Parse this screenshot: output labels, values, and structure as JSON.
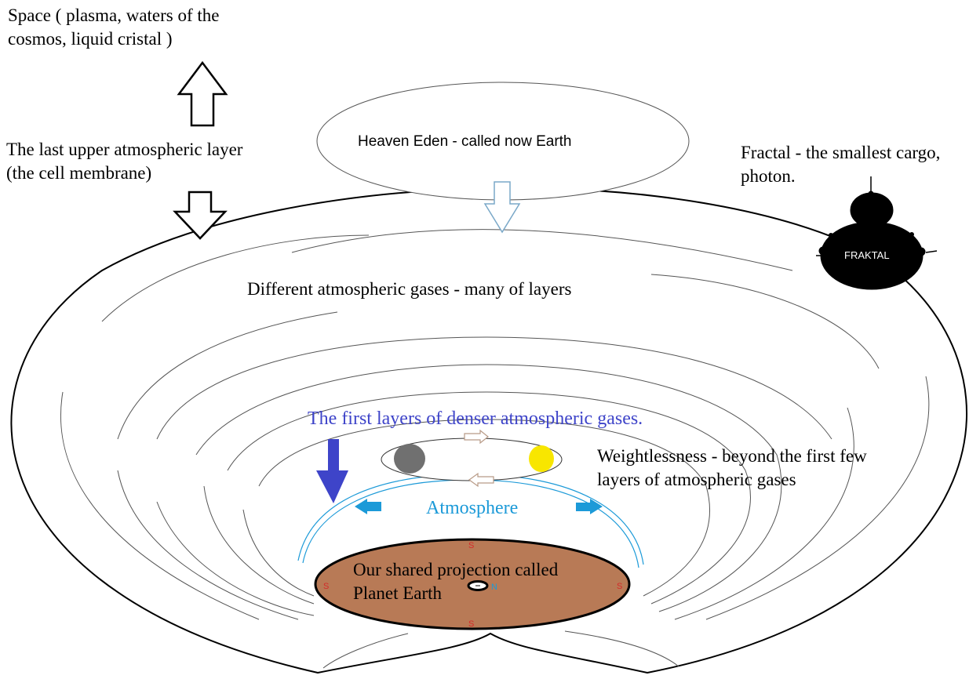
{
  "labels": {
    "space": "Space ( plasma, waters of the\ncosmos, liquid cristal )",
    "membrane": "The last upper atmospheric layer\n(the cell membrane)",
    "heaven": "Heaven Eden - called now Earth",
    "fractal": "Fractal - the smallest cargo,\nphoton.",
    "fraktal_badge": "FRAKTAL",
    "gases": "Different atmospheric gases - many of layers",
    "first_layers": "The first layers of denser atmospheric gases.",
    "weightless": "Weightlessness - beyond the first few\nlayers of atmospheric gases",
    "atmosphere": "Atmosphere",
    "earth": "Our shared projection called\nPlanet Earth",
    "pole_s": "S",
    "pole_n": "N"
  },
  "colors": {
    "blue_heading": "#3e44c9",
    "atmosphere": "#1c9ad8",
    "earth_fill": "#b87a56",
    "pole_s": "#d42a2a",
    "pole_n": "#1c9ad8",
    "grey_planet": "#707070",
    "yellow_planet": "#f8e600"
  },
  "icons": {
    "up_arrow": "hollow-up-arrow-icon",
    "down_arrow": "hollow-down-arrow-icon",
    "fractal_shape": "mandelbrot-fractal-icon"
  }
}
